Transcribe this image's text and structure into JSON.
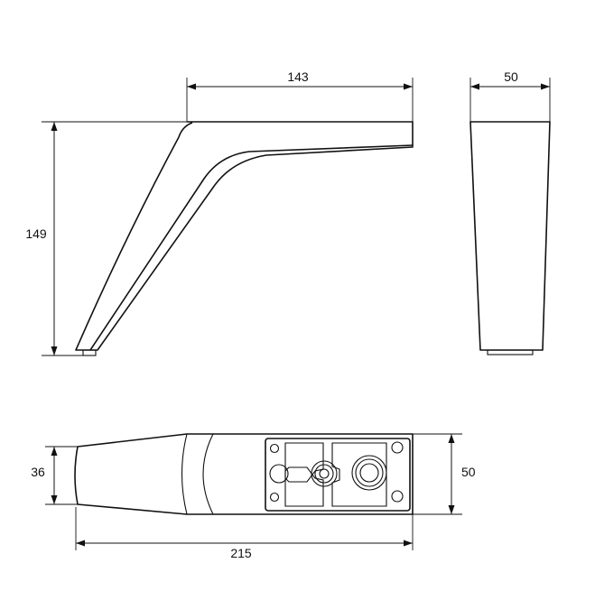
{
  "colors": {
    "line": "#111111",
    "background": "#ffffff"
  },
  "dimensions": {
    "side_width": "143",
    "side_height": "149",
    "front_width": "50",
    "bottom_length": "215",
    "bottom_tip_width": "36",
    "bottom_base_width": "50"
  }
}
